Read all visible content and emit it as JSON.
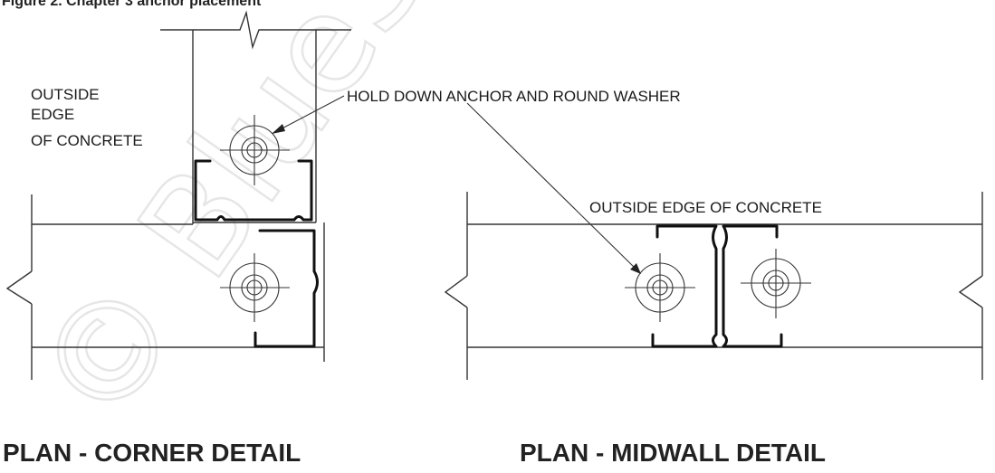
{
  "caption_top": "Figure 2. Chapter 3 anchor placement",
  "watermark": "© BlueScope",
  "labels": {
    "outside_edge_corner_1": "OUTSIDE",
    "outside_edge_corner_2": "EDGE",
    "outside_edge_corner_3": "OF CONCRETE",
    "hold_down": "HOLD DOWN ANCHOR AND ROUND WASHER",
    "outside_edge_midwall": "OUTSIDE EDGE OF CONCRETE"
  },
  "titles": {
    "corner": "PLAN - CORNER DETAIL",
    "midwall": "PLAN - MIDWALL DETAIL"
  }
}
